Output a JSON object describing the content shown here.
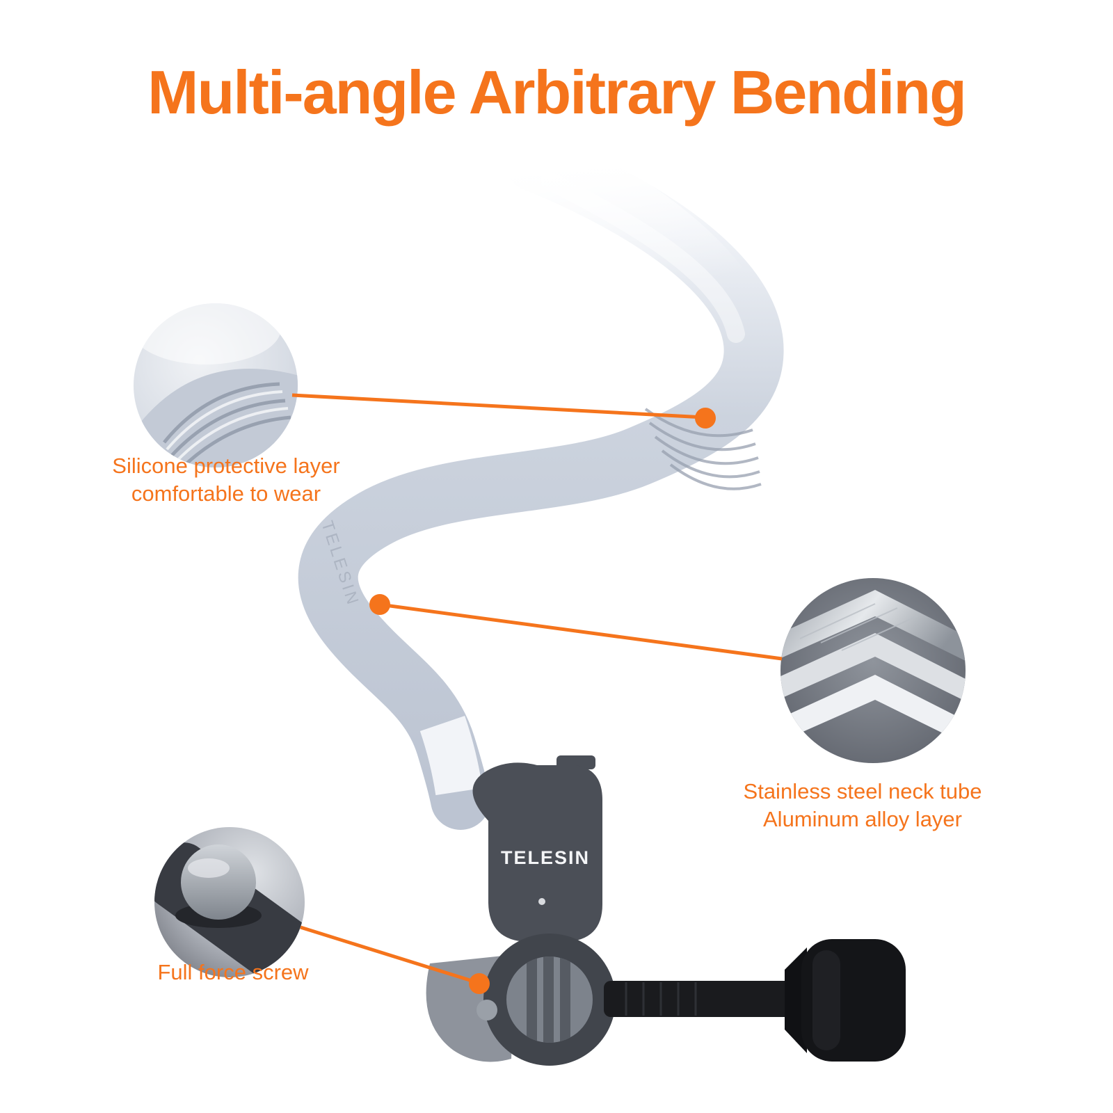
{
  "title": "Multi-angle Arbitrary Bending",
  "brand": {
    "mount_label": "TELESIN",
    "tube_embossed_label": "TELESIN"
  },
  "callouts": {
    "silicone": {
      "line1": "Silicone protective layer",
      "line2": "comfortable to wear"
    },
    "steel": {
      "line1": "Stainless steel neck tube",
      "line2": "Aluminum alloy layer"
    },
    "screw": {
      "line1": "Full force screw"
    }
  },
  "colors": {
    "accent_orange": "#F5741C",
    "tube_gray": "#C6CDD9",
    "mount_dark_gray": "#4B4F57",
    "background": "#FFFFFF"
  }
}
